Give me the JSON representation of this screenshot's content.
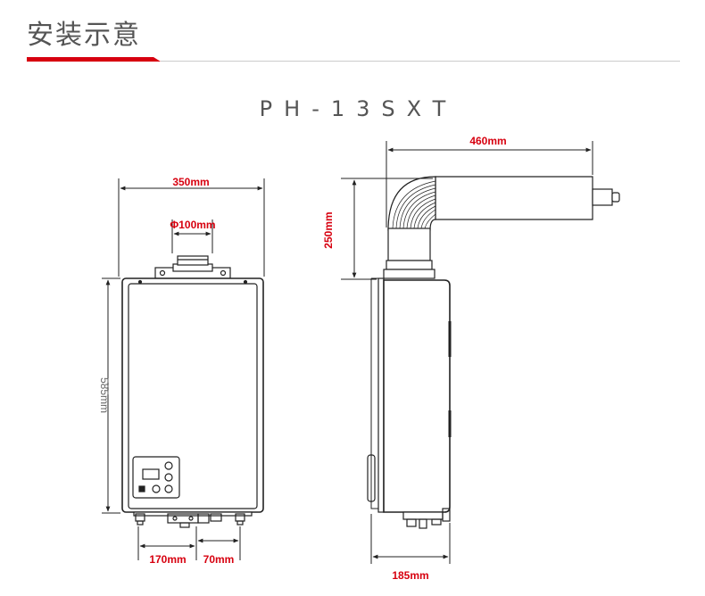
{
  "header": {
    "title": "安装示意"
  },
  "model": "PH-13SXT",
  "dimensions": {
    "width": "350mm",
    "flue_diameter": "Φ100mm",
    "height": "585mm",
    "pipe_spacing_a": "170mm",
    "pipe_spacing_b": "70mm",
    "flue_horizontal": "460mm",
    "flue_vertical": "250mm",
    "depth": "185mm"
  },
  "colors": {
    "accent": "#d7000f",
    "line": "#222222",
    "text": "#555555"
  }
}
